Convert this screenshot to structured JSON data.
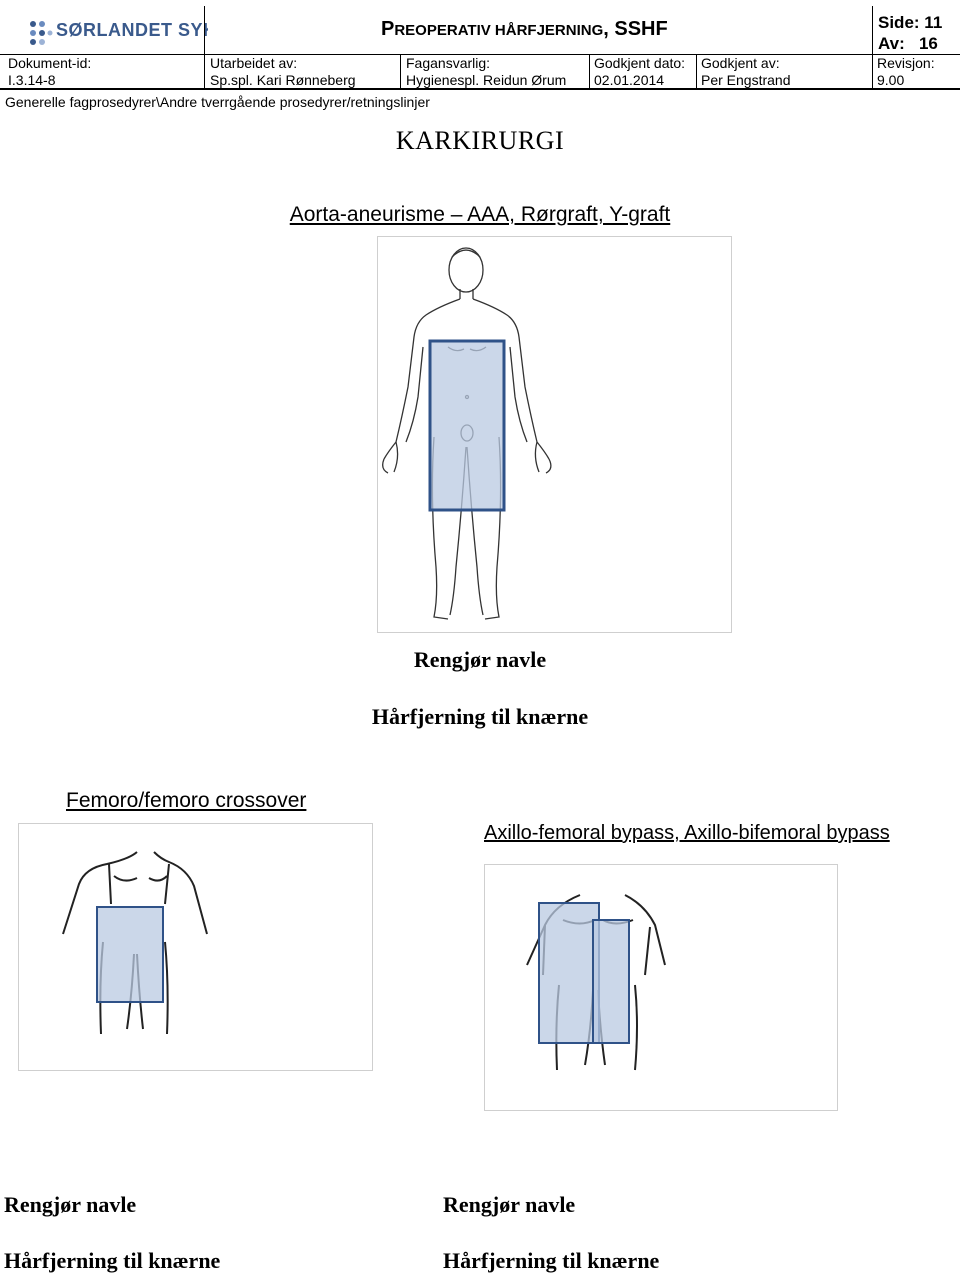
{
  "header": {
    "logo_text": "SØRLANDET SYKEHUS",
    "title_prefix": "P",
    "title_small": "REOPERATIV HÅRFJERNING",
    "title_suffix": ", SSHF",
    "side_label": "Side:",
    "side_value": "11",
    "av_label": "Av:",
    "av_value": "16",
    "fields": [
      {
        "label": "Dokument-id:",
        "value": "I.3.14-8"
      },
      {
        "label": "Utarbeidet av:",
        "value": "Sp.spl. Kari Rønneberg"
      },
      {
        "label": "Fagansvarlig:",
        "value": "Hygienespl. Reidun Ørum"
      },
      {
        "label": "Godkjent dato:",
        "value": "02.01.2014"
      },
      {
        "label": "Godkjent av:",
        "value": "Per Engstrand"
      },
      {
        "label": "Revisjon:",
        "value": "9.00"
      }
    ],
    "path": "Generelle fagprosedyrer\\Andre tverrgående prosedyrer/retningslinjer"
  },
  "main": {
    "heading": "KARKIRURGI",
    "section1": {
      "title": "Aorta-aneurisme – AAA, Rørgraft, Y-graft",
      "instruction1": "Rengjør navle",
      "instruction2": "Hårfjerning til knærne"
    },
    "section2": {
      "title": "Femoro/femoro crossover",
      "instruction1": "Rengjør navle",
      "instruction2": "Hårfjerning til knærne"
    },
    "section3": {
      "title": "Axillo-femoral bypass, Axillo-bifemoral bypass",
      "instruction1": "Rengjør navle",
      "instruction2": "Hårfjerning til knærne"
    }
  },
  "colors": {
    "shade_fill": "#b9c9e2",
    "shade_stroke": "#2f5288",
    "logo_blue": "#3a5a8c"
  }
}
